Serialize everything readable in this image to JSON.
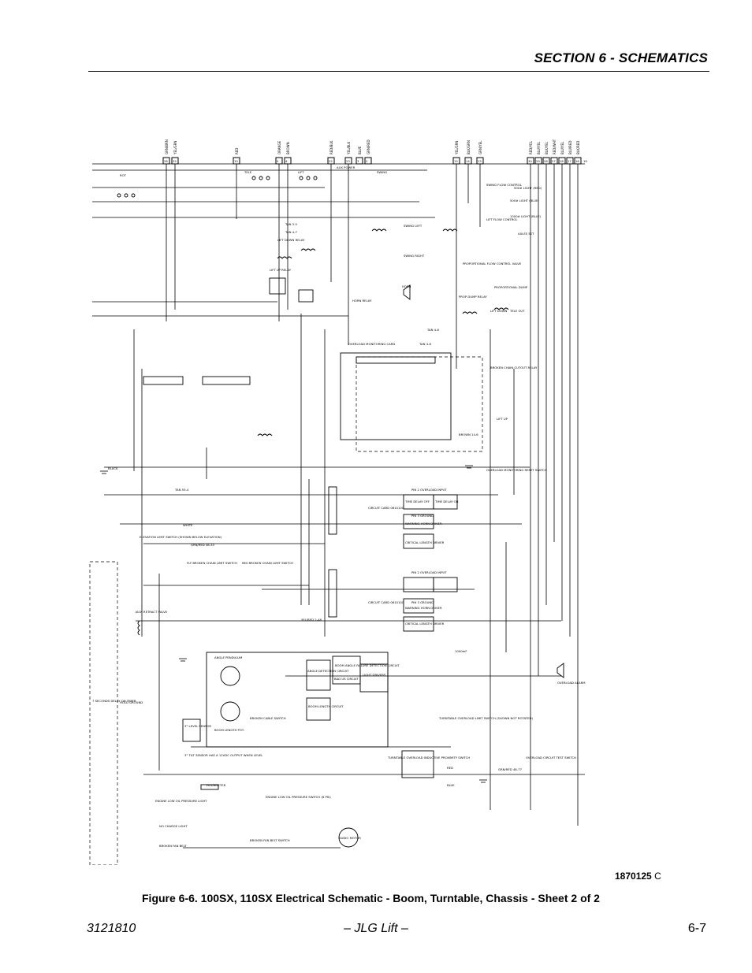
{
  "header": {
    "section_title": "SECTION 6 - SCHEMATICS"
  },
  "drawing": {
    "number": "1870125",
    "revision": "C"
  },
  "caption": "Figure 6-6.  100SX, 110SX Electrical Schematic - Boom, Turntable, Chassis - Sheet 2 of 2",
  "footer": {
    "doc_number": "3121810",
    "center": "– JLG Lift –",
    "page": "6-7"
  },
  "schematic": {
    "top_wire_labels": [
      "GRN/BRN",
      "YEL/GRN",
      "RED",
      "ORANGE",
      "BROWN",
      "RED/BLK",
      "YEL/BLK",
      "BLUE",
      "GRN/RED",
      "YEL/GRN",
      "BLK/GRN",
      "GRN/YEL",
      "RED/YEL",
      "BLU/YEL",
      "BLK/YEL",
      "RED/WHT",
      "BLU/YEL",
      "BLU/RED",
      "BLK/RED"
    ],
    "top_terminal_numbers": [
      "26",
      "25",
      "10",
      "5",
      "4",
      "22",
      "23",
      "3",
      "2",
      "15",
      "14",
      "13",
      "30",
      "29",
      "28",
      "27",
      "18",
      "17",
      "16",
      "19",
      "20"
    ],
    "labels": {
      "rot": "ROT",
      "tele": "TELE",
      "lift": "LIFT",
      "swing": "SWING",
      "aux_power": "AUX POWER",
      "swing_flow_control": "SWING FLOW CONTROL",
      "lift_flow_control": "LIFT FLOW CONTROL",
      "light_500": "500# LIGHT (RED)",
      "light_500_blue": "500# LIGHT (BLUE)",
      "light_1000": "1000# LIGHT (BLUE)",
      "axles_set": "AXLES SET",
      "lift_down_relay": "LIFT DOWN RELAY",
      "lift_up_relay": "LIFT UP RELAY",
      "swing_left": "SWING LEFT",
      "swing_right": "SWING RIGHT",
      "horn": "HORN",
      "horn_relay": "HORN RELAY",
      "prop_flow_valve": "PROPORTIONAL FLOW CONTROL VALVE",
      "prop_dump": "PROPORTIONAL DUMP",
      "prop_dump_relay": "PROP DUMP RELAY",
      "lift_down": "LIFT DOWN",
      "tele_out": "TELE OUT",
      "broken_chain_cutout": "BROKEN CHAIN CUTOUT RELAY",
      "lift_up": "LIFT UP",
      "overload_monitoring": "OVERLOAD MONITORING CARD",
      "overload_reset": "OVERLOAD MONITORING RESET SWITCH",
      "black": "BLACK",
      "white": "WHITE",
      "elevation_limit": "ELEVATION LIMIT SWITCH (SHOWN BELOW ELEVATION)",
      "fly_broken_chain": "FLY BROKEN CHAIN LIMIT SWITCH",
      "mid_broken_chain": "MID BROKEN CHAIN LIMIT SWITCH",
      "pin2_overload": "PIN 2 OVERLOAD INPUT",
      "pin3_ground": "PIN 3 GROUND",
      "time_delay_off": "TIME DELAY OFF",
      "time_delay_on": "TIME DELAY ON",
      "circuit_card": "CIRCUIT CARD 0610100",
      "warning_horn": "WARNING HORN DRIVER",
      "critical_length": "CRITICAL LENGTH DRIVER",
      "jack_retract": "JACK RETRACT VALVE",
      "angle_pendulum": "ANGLE PENDULUM",
      "angle_detection": "ANGLE DETECTION CIRCUIT",
      "boom_angle_failure": "BOOM ANGLE FAILURE DETECTION CIRCUIT",
      "bad_us_circuit": "BAD US CIRCUIT",
      "boom_length_circuit": "BOOM LENGTH CIRCUIT",
      "light_drivers": "LIGHT DRIVERS",
      "broken_cable_switch": "BROKEN CABLE SWITCH",
      "boom_length_pot": "BOOM LENGTH POT.",
      "level_sensor": "3° LEVEL SENSOR",
      "tilt_sensor_note": "3° TILT SENSOR HAS A 12VDC OUTPUT WHEN LEVEL",
      "turntable_overload_switch": "TURNTABLE OVERLOAD LIMIT SWITCH (SHOWN NOT ROTATED)",
      "turntable_proximity": "TURNTABLE OVERLOAD INDUCTIVE PROXIMITY SWITCH",
      "overload_test": "OVERLOAD CIRCUIT TEST SWITCH",
      "overload_alarm": "OVERLOAD ALARM",
      "seconds_delay": "7 SECONDS DELAY ON TIMER",
      "hold_ground": "HOLD GROUND",
      "hourmeter": "HOURMETER",
      "engine_low_oil": "ENGINE LOW OIL PRESSURE LIGHT",
      "engine_oil_switch": "ENGINE LOW OIL PRESSURE SWITCH (8 PSI)",
      "no_charge_light": "NO CHARGE LIGHT",
      "broken_fan_belt_light": "BROKEN FAN BELT",
      "broken_fan_switch": "BROKEN FAN BELT SWITCH",
      "audio_motor": "AUDIO MOTOR",
      "cap": "1000mF",
      "red": "RED",
      "blue": "BLUE",
      "tan_3_5": "TAN 3-5",
      "tan_4_7": "TAN 4-7",
      "tan_4_6": "TAN 4-6",
      "tan_55_4": "TAN 55-4",
      "brown_14_6": "BROWN 14-6",
      "grn_red_48_33": "GRN/RED 48-33",
      "yel_red_2_48": "YEL/RED 2-48",
      "grn_red_48_77": "GRN/RED 48-77"
    }
  }
}
